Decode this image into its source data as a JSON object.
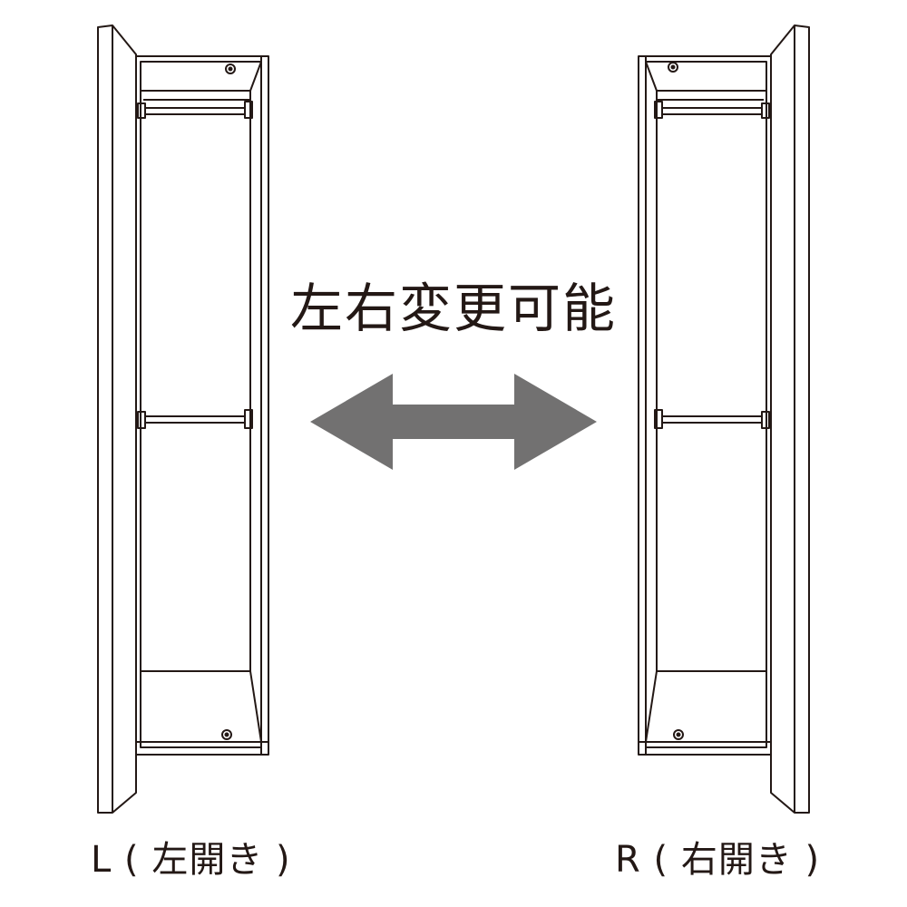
{
  "heading": "左右変更可能",
  "left_cabinet": {
    "label": "L ( 左開き )"
  },
  "right_cabinet": {
    "label": "R ( 右開き )"
  },
  "colors": {
    "line": "#231815",
    "arrow": "#727171",
    "background": "#ffffff"
  },
  "icons": {
    "arrow": "double-headed-arrow-icon"
  }
}
